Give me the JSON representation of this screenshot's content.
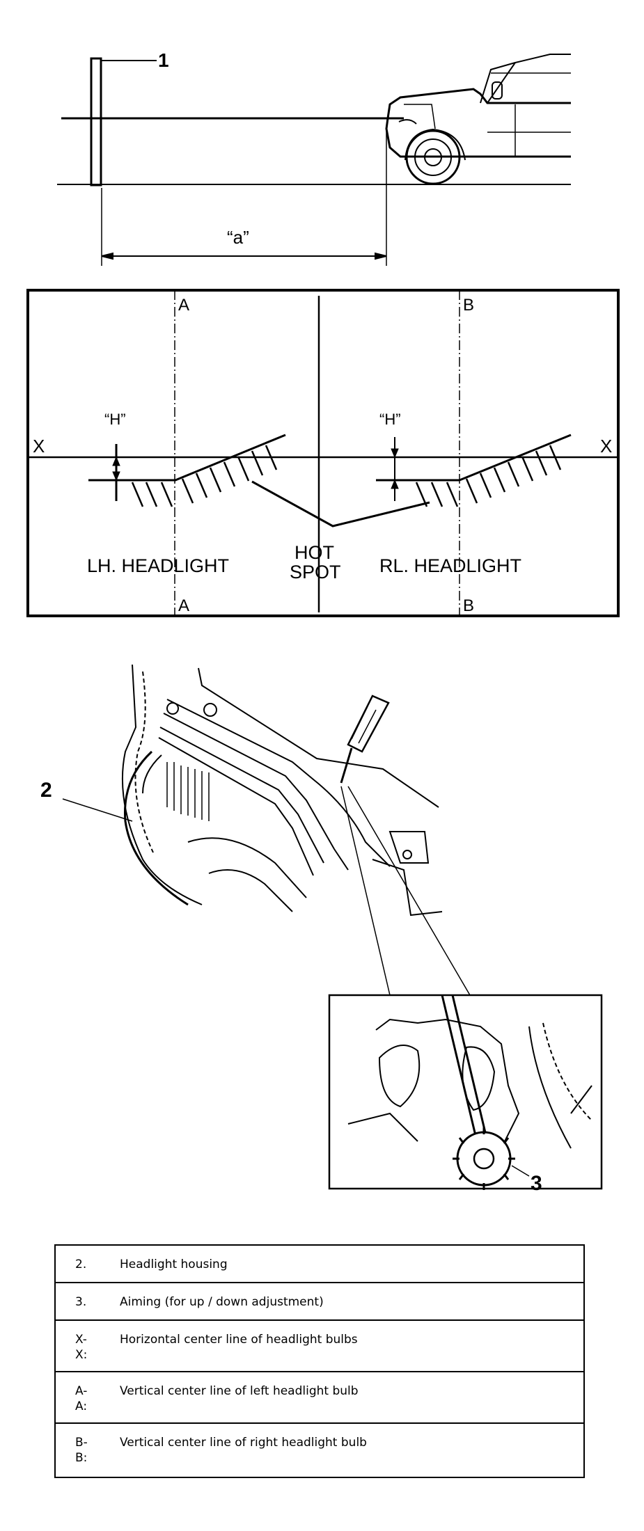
{
  "diagram": {
    "callouts": {
      "screen": "1",
      "housing": "2",
      "aiming": "3"
    },
    "distance_label": "“a”",
    "height_label": "“H”",
    "axis_x": "X",
    "axis_a": "A",
    "axis_b": "B",
    "lh_label": "LH. HEADLIGHT",
    "rh_label": "RL. HEADLIGHT",
    "hot_spot_line1": "HOT",
    "hot_spot_line2": "SPOT"
  },
  "legend": [
    {
      "code": "2.",
      "text": "Headlight housing"
    },
    {
      "code": "3.",
      "text": "Aiming (for up / down adjustment)"
    },
    {
      "code": "X-\nX:",
      "text": "Horizontal center line of headlight bulbs"
    },
    {
      "code": "A-\nA:",
      "text": "Vertical center line of left headlight bulb"
    },
    {
      "code": "B-\nB:",
      "text": "Vertical center line of right headlight bulb"
    }
  ]
}
